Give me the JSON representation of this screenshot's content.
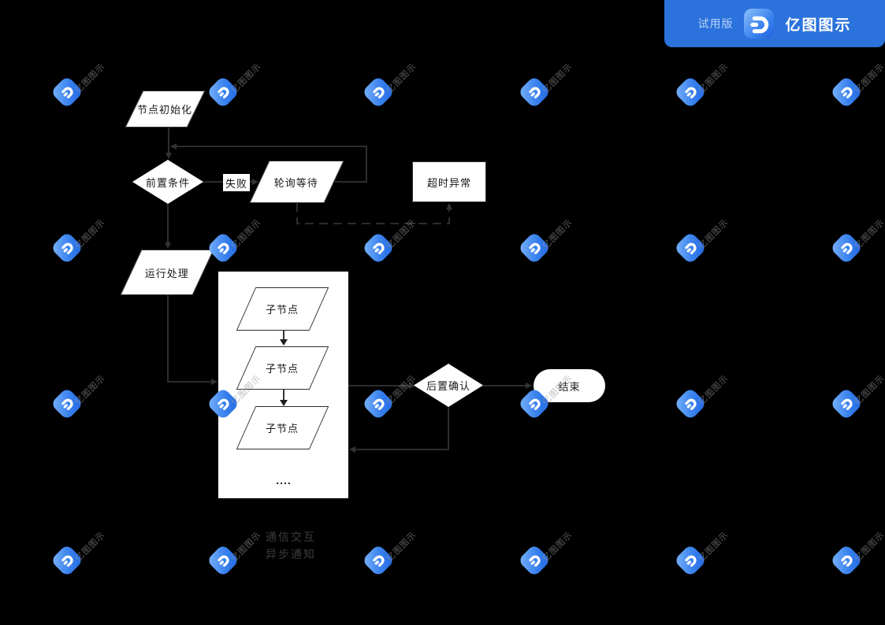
{
  "app_badge": {
    "trial_label": "试用版",
    "brand_name": "亿图图示"
  },
  "watermark_text": "亿图图示",
  "diagram": {
    "nodes": [
      {
        "id": "init",
        "label": "节点初始化",
        "shape": "parallelogram"
      },
      {
        "id": "precondition",
        "label": "前置条件",
        "shape": "diamond"
      },
      {
        "id": "poll-wait",
        "label": "轮询等待",
        "shape": "parallelogram"
      },
      {
        "id": "timeout-error",
        "label": "超时异常",
        "shape": "rectangle"
      },
      {
        "id": "run-process",
        "label": "运行处理",
        "shape": "parallelogram"
      },
      {
        "id": "child-1",
        "label": "子节点",
        "shape": "parallelogram"
      },
      {
        "id": "child-2",
        "label": "子节点",
        "shape": "parallelogram"
      },
      {
        "id": "child-3",
        "label": "子节点",
        "shape": "parallelogram"
      },
      {
        "id": "ellipsis",
        "label": "....",
        "shape": "text"
      },
      {
        "id": "post-confirm",
        "label": "后置确认",
        "shape": "diamond"
      },
      {
        "id": "end",
        "label": "结束",
        "shape": "terminator"
      }
    ],
    "edge_labels": {
      "fail": "失败"
    },
    "edges": [
      {
        "from": "init",
        "to": "precondition",
        "style": "solid"
      },
      {
        "from": "precondition",
        "to": "poll-wait",
        "style": "solid",
        "label": "失败"
      },
      {
        "from": "poll-wait",
        "to": "precondition",
        "style": "solid",
        "note": "loop back"
      },
      {
        "from": "poll-wait",
        "to": "timeout-error",
        "style": "dashed"
      },
      {
        "from": "precondition",
        "to": "run-process",
        "style": "solid"
      },
      {
        "from": "run-process",
        "to": "child-group",
        "style": "solid"
      },
      {
        "from": "child-1",
        "to": "child-2",
        "style": "solid"
      },
      {
        "from": "child-2",
        "to": "child-3",
        "style": "solid"
      },
      {
        "from": "child-group",
        "to": "post-confirm",
        "style": "solid"
      },
      {
        "from": "post-confirm",
        "to": "end",
        "style": "solid"
      },
      {
        "from": "post-confirm",
        "to": "child-group",
        "style": "solid",
        "note": "loop back"
      }
    ],
    "legend": {
      "line1": "通信交互",
      "line2": "异步通知"
    },
    "colors": {
      "canvas": "#000000",
      "shape_fill": "#ffffff",
      "connector": "#333333",
      "accent_blue": "#2b72dc",
      "legend_text": "#3c3c3c"
    }
  }
}
